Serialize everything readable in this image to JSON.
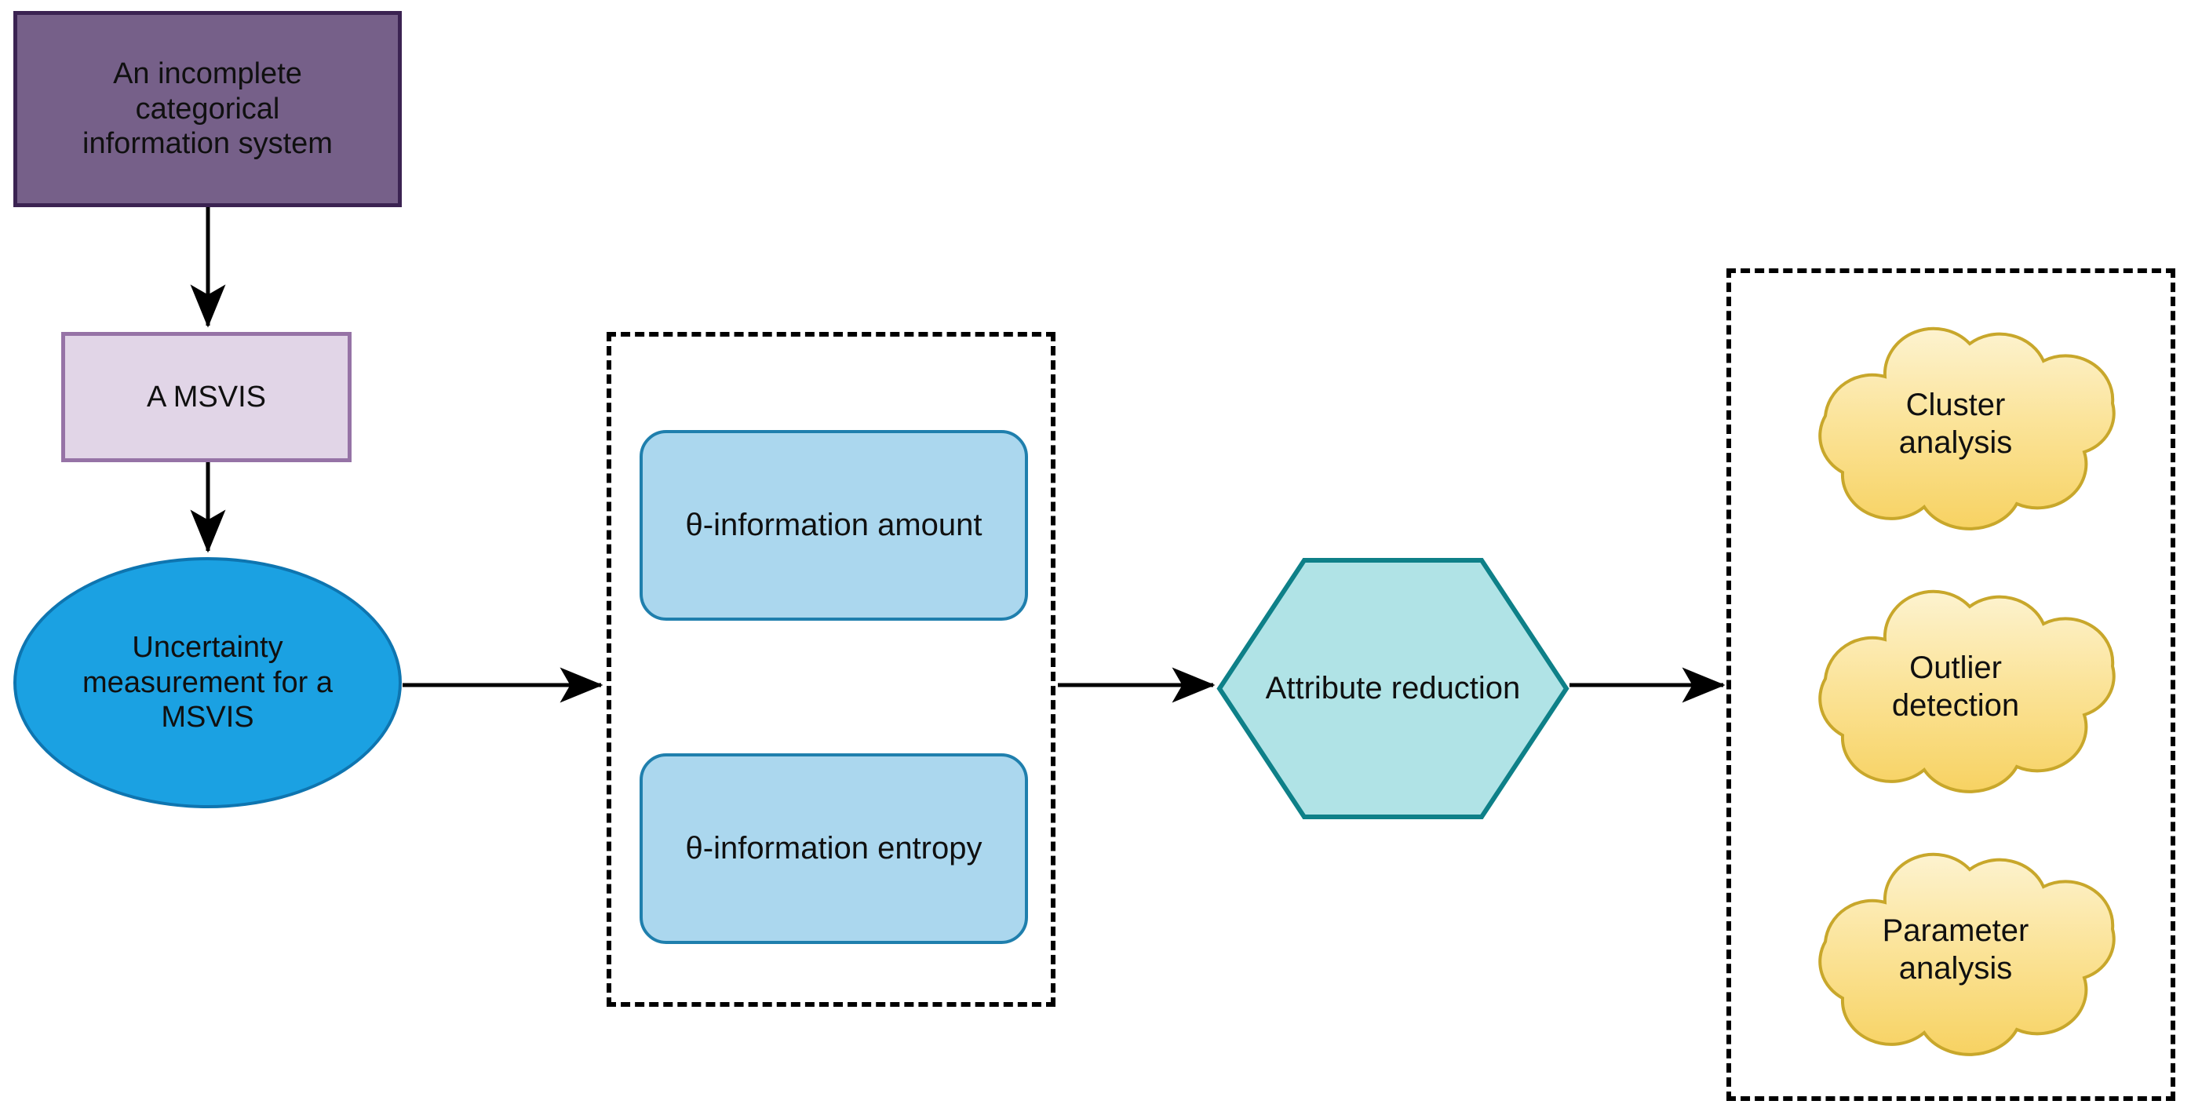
{
  "diagram": {
    "type": "flowchart",
    "background": "#ffffff",
    "nodes": {
      "source": {
        "label": "An incomplete categorical information system",
        "line1": "An incomplete",
        "line2": "categorical",
        "line3": "information system",
        "shape": "rectangle",
        "fill": "#766089",
        "stroke": "#3B2352"
      },
      "msvis": {
        "label": "A MSVIS",
        "shape": "rectangle",
        "fill": "#E1D5E7",
        "stroke": "#9673A6"
      },
      "uncertainty": {
        "label": "Uncertainty measurement for a MSVIS",
        "line1": "Uncertainty",
        "line2": "measurement for a",
        "line3": "MSVIS",
        "shape": "ellipse",
        "fill": "#1BA1E2",
        "stroke": "#0E75B0"
      },
      "info_amount": {
        "label": "θ-information amount",
        "shape": "rounded-rectangle",
        "fill": "#ABD7EE",
        "stroke": "#1F7FAD"
      },
      "info_entropy": {
        "label": "θ-information entropy",
        "shape": "rounded-rectangle",
        "fill": "#ABD7EE",
        "stroke": "#1F7FAD"
      },
      "attribute_reduction": {
        "label": "Attribute reduction",
        "shape": "hexagon",
        "fill": "#B0E3E6",
        "stroke": "#0E8088"
      },
      "cluster_analysis": {
        "label": "Cluster analysis",
        "line1": "Cluster",
        "line2": "analysis",
        "shape": "cloud",
        "fill_top": "#FCF0C4",
        "fill_bottom": "#F8D96B",
        "stroke": "#C8A72B"
      },
      "outlier_detection": {
        "label": "Outlier detection",
        "line1": "Outlier",
        "line2": "detection",
        "shape": "cloud",
        "fill_top": "#FCF0C4",
        "fill_bottom": "#F8D96B",
        "stroke": "#C8A72B"
      },
      "parameter_analysis": {
        "label": "Parameter analysis",
        "line1": "Parameter",
        "line2": "analysis",
        "shape": "cloud",
        "fill_top": "#FCF0C4",
        "fill_bottom": "#F8D96B",
        "stroke": "#C8A72B"
      }
    },
    "groups": {
      "measures": {
        "label": "",
        "shape": "dashed-rectangle",
        "stroke": "#000000"
      },
      "applications": {
        "label": "",
        "shape": "dashed-rectangle",
        "stroke": "#000000"
      }
    },
    "edges": [
      {
        "from": "source",
        "to": "msvis",
        "direction": "down",
        "style": "solid",
        "arrow": "filled"
      },
      {
        "from": "msvis",
        "to": "uncertainty",
        "direction": "down",
        "style": "solid",
        "arrow": "filled"
      },
      {
        "from": "uncertainty",
        "to": "measures",
        "direction": "right",
        "style": "solid",
        "arrow": "filled"
      },
      {
        "from": "measures",
        "to": "attribute_reduction",
        "direction": "right",
        "style": "solid",
        "arrow": "filled"
      },
      {
        "from": "attribute_reduction",
        "to": "applications",
        "direction": "right",
        "style": "solid",
        "arrow": "filled"
      }
    ]
  }
}
